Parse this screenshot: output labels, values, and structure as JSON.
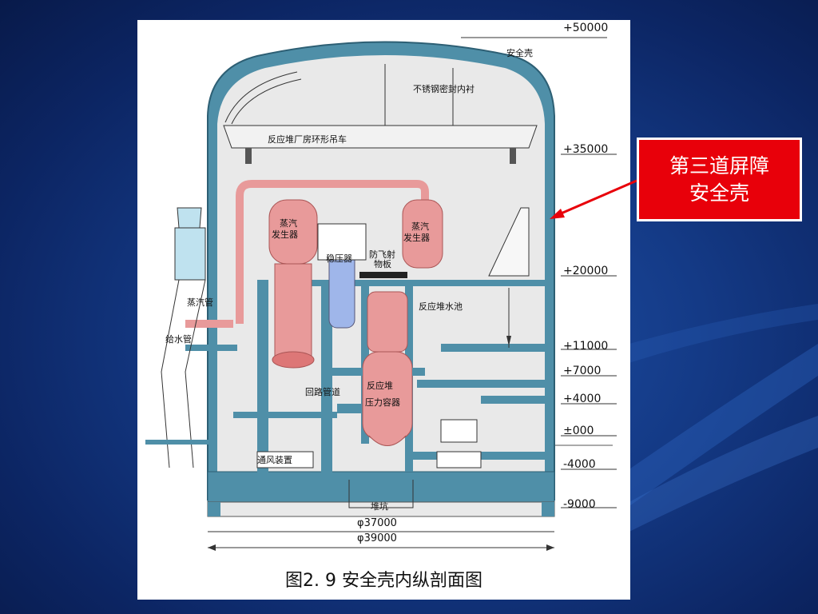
{
  "figure": {
    "caption": "图2. 9  安全壳内纵剖面图",
    "labels": {
      "containment": "安全壳",
      "liner": "不锈钢密封内衬",
      "crane": "反应堆厂房环形吊车",
      "sg_left": [
        "蒸汽",
        "发生器"
      ],
      "sg_right": [
        "蒸汽",
        "发生器"
      ],
      "pressurizer": "稳压器",
      "missile_shield": [
        "防飞射",
        "物板"
      ],
      "pool": "反应堆水池",
      "steam_pipe": "蒸汽管",
      "feed_pipe": "给水管",
      "loop_pipe": "回路管道",
      "rpv": [
        "反应堆",
        "压力容器"
      ],
      "ventilation": "通风装置",
      "cavity": "堆坑",
      "dia_inner": "φ37000",
      "dia_outer": "φ39000"
    },
    "elevations": [
      "+50000",
      "+35000",
      "+20000",
      "+11000",
      "+7000",
      "+4000",
      "±000",
      "-4000",
      "-9000"
    ]
  },
  "callout": {
    "line1": "第三道屏障",
    "line2": "安全壳"
  },
  "colors": {
    "concrete": "#4f8fa8",
    "pipe_red": "#e89a9a",
    "callout_red": "#e8000a",
    "arrow_red": "#e8000a"
  }
}
